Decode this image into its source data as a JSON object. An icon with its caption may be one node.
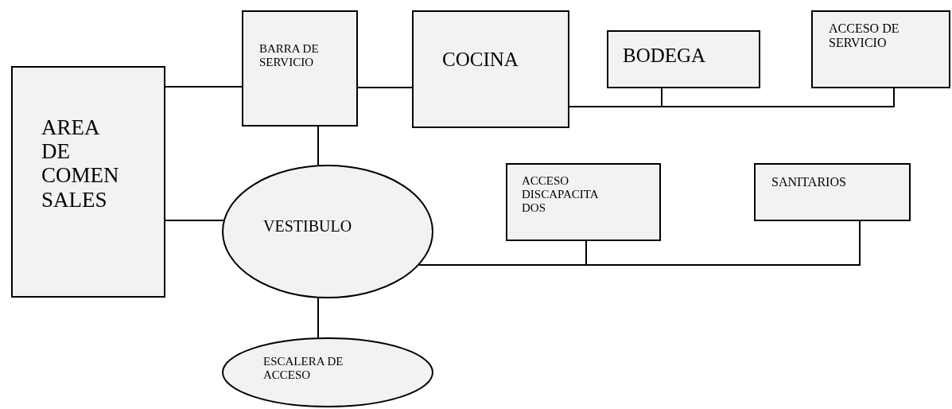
{
  "diagram": {
    "nodes": [
      {
        "text": [
          "AREA DE COMEN SALES"
        ]
      },
      {
        "text": [
          "BARRA DE SERVICIO"
        ]
      },
      {
        "text": [
          "COCINA"
        ]
      },
      {
        "text": [
          "BODEGA"
        ]
      },
      {
        "text": [
          "ACCESO DE SERVICIO"
        ]
      },
      {
        "text": [
          "VESTIBULO"
        ]
      },
      {
        "text": [
          "ACCESO DISCAPACITA DOS"
        ]
      },
      {
        "text": [
          "SANITARIOS"
        ]
      },
      {
        "text": [
          "ESCALERA DE ACCESO"
        ]
      }
    ],
    "edges": [
      {
        "from": 0,
        "to": 1,
        "arrow": "none"
      },
      {
        "from": 1,
        "to": 2,
        "arrow": "none"
      },
      {
        "from": 2,
        "to": 3,
        "arrow": "none"
      },
      {
        "from": 2,
        "to": 4,
        "arrow": "none"
      },
      {
        "from": 1,
        "to": 5,
        "arrow": "none"
      },
      {
        "from": 0,
        "to": 5,
        "arrow": "none"
      },
      {
        "from": 5,
        "to": 6,
        "arrow": "none"
      },
      {
        "from": 5,
        "to": 7,
        "arrow": "none"
      },
      {
        "from": 5,
        "to": 8,
        "arrow": "none"
      }
    ]
  }
}
